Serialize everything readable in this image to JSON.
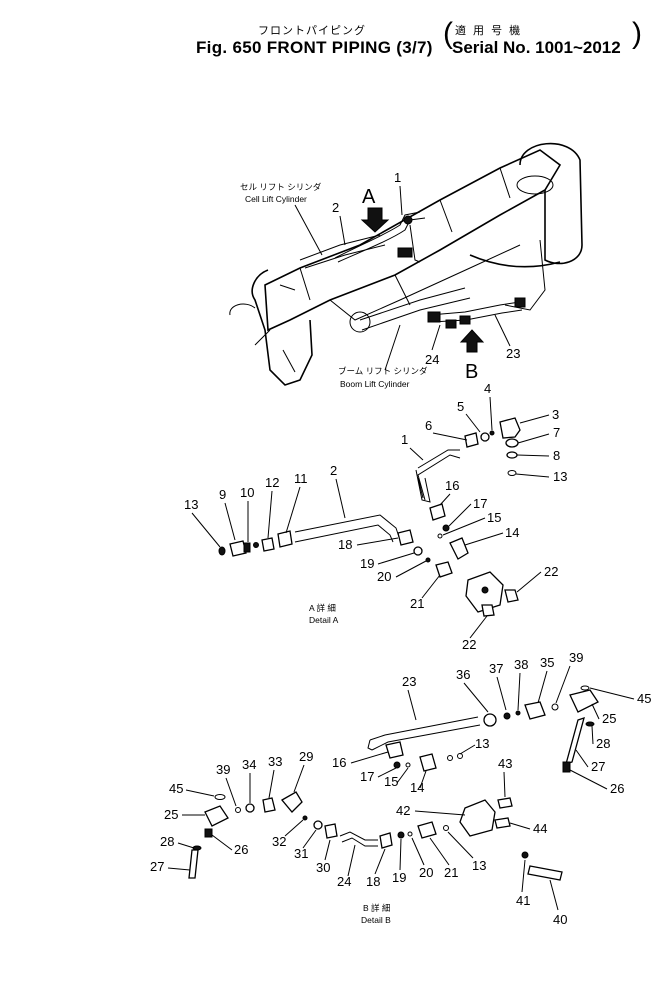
{
  "header": {
    "title_jp": "フロントパイピング",
    "figure_title": "Fig. 650 FRONT PIPING (3/7)",
    "serial_jp": "適 用 号 機",
    "serial_range": "Serial No. 1001~2012"
  },
  "overview": {
    "view_a": "A",
    "view_b": "B",
    "cell_lift_jp": "セル リフト シリンダ",
    "cell_lift": "Cell Lift Cylinder",
    "boom_lift_jp": "ブーム リフト シリンダ",
    "boom_lift": "Boom Lift Cylinder",
    "part_numbers": [
      "1",
      "2",
      "23",
      "24"
    ]
  },
  "detail_a": {
    "caption_jp": "A 詳 細",
    "caption": "Detail A",
    "part_numbers": [
      "1",
      "2",
      "3",
      "5",
      "4",
      "6",
      "7",
      "8",
      "13",
      "9",
      "10",
      "11",
      "12",
      "13",
      "14",
      "15",
      "16",
      "17",
      "18",
      "19",
      "20",
      "21",
      "22",
      "22"
    ]
  },
  "detail_b": {
    "caption_jp": "B 詳 細",
    "caption": "Detail B",
    "part_numbers": [
      "23",
      "36",
      "37",
      "38",
      "35",
      "39",
      "45",
      "25",
      "28",
      "27",
      "26",
      "13",
      "16",
      "17",
      "15",
      "14",
      "42",
      "43",
      "44",
      "39",
      "34",
      "33",
      "29",
      "45",
      "25",
      "26",
      "28",
      "27",
      "32",
      "31",
      "30",
      "24",
      "18",
      "19",
      "20",
      "21",
      "13",
      "41",
      "40"
    ]
  }
}
